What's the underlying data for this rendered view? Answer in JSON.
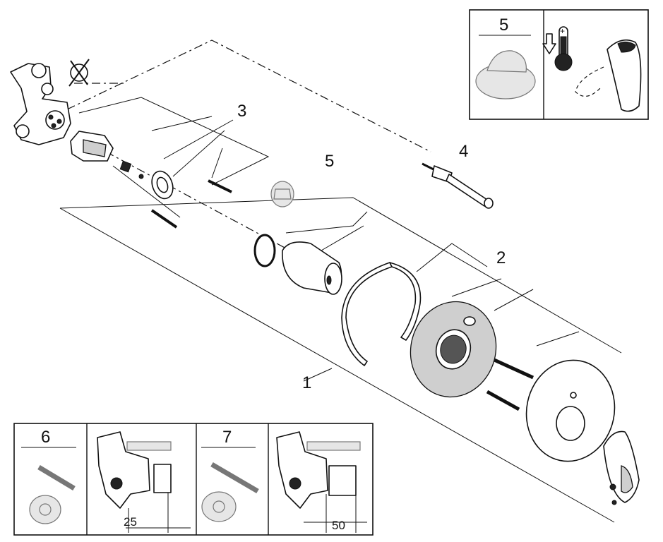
{
  "callouts": {
    "c1": "1",
    "c2": "2",
    "c3": "3",
    "c4": "4",
    "c5": "5"
  },
  "inset_top": {
    "label": "5"
  },
  "inset_bottom_left": {
    "panel6_label": "6",
    "panel7_label": "7",
    "dim6": "25",
    "dim7": "50"
  }
}
